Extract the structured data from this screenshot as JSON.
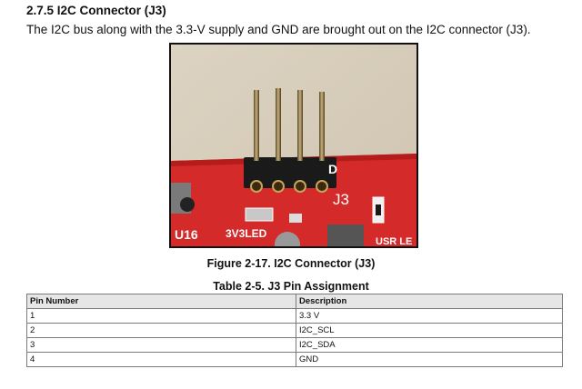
{
  "section": {
    "heading": "2.7.5 I2C Connector (J3)",
    "paragraph": "The I2C bus along with the 3.3-V supply and GND are brought out on the I2C connector (J3)."
  },
  "figure": {
    "caption": "Figure 2-17. I2C Connector (J3)",
    "board_labels": {
      "connector": "J3",
      "left_chip": "U16",
      "led_3v3": "3V3LED",
      "usr_led": "USR LE",
      "d": "D"
    }
  },
  "table": {
    "caption": "Table 2-5. J3 Pin Assignment",
    "headers": [
      "Pin Number",
      "Description"
    ],
    "rows": [
      [
        "1",
        "3.3 V"
      ],
      [
        "2",
        "I2C_SCL"
      ],
      [
        "3",
        "I2C_SDA"
      ],
      [
        "4",
        "GND"
      ]
    ]
  },
  "colors": {
    "board_red": "#d42a2a",
    "background_beige": "#d9cfbe",
    "header_fill": "#e6e6e6"
  }
}
